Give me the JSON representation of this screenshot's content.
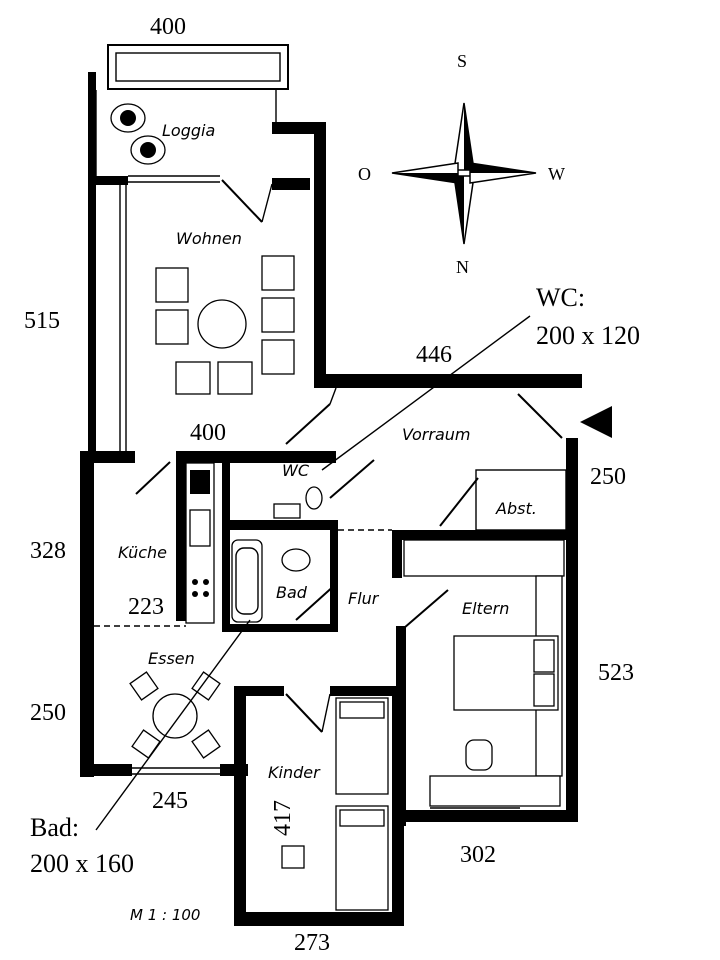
{
  "rooms": {
    "loggia": "Loggia",
    "wohnen": "Wohnen",
    "vorraum": "Vorraum",
    "wc": "WC",
    "abst": "Abst.",
    "kueche": "Küche",
    "bad": "Bad",
    "flur": "Flur",
    "eltern": "Eltern",
    "essen": "Essen",
    "kinder": "Kinder"
  },
  "dimensions": {
    "loggia_width": "400",
    "wohnen_height": "515",
    "vorraum_width": "446",
    "wohnen_width": "400",
    "entrance_height": "250",
    "kueche_height": "328",
    "kueche_width": "223",
    "essen_height": "250",
    "essen_width": "245",
    "eltern_height": "523",
    "kinder_height": "417",
    "eltern_width": "302",
    "kinder_width": "273"
  },
  "callouts": {
    "wc_title": "WC:",
    "wc_size": "200 x 120",
    "bad_title": "Bad:",
    "bad_size": "200 x 160"
  },
  "compass": {
    "north": "N",
    "south": "S",
    "east": "O",
    "west": "W"
  },
  "scale": "M 1 : 100"
}
